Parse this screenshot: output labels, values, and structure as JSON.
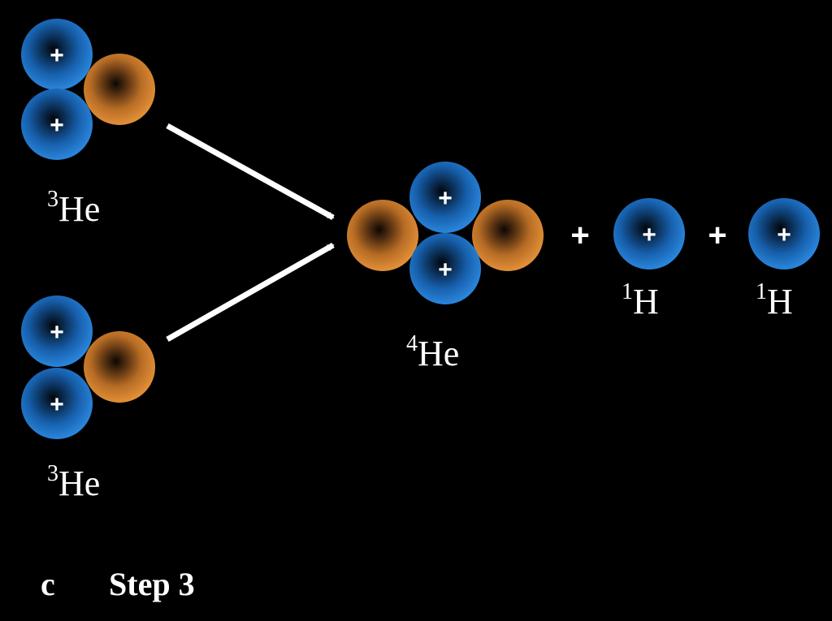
{
  "colors": {
    "background": "#000000",
    "proton": "#1e6fc2",
    "neutron": "#d9842f",
    "text": "#ffffff",
    "arrow": "#ffffff"
  },
  "proton_label": "+",
  "reactants": [
    {
      "mass": "3",
      "symbol": "He"
    },
    {
      "mass": "3",
      "symbol": "He"
    }
  ],
  "product": {
    "mass": "4",
    "symbol": "He"
  },
  "plus_signs": [
    "+",
    "+"
  ],
  "released": [
    {
      "mass": "1",
      "symbol": "H"
    },
    {
      "mass": "1",
      "symbol": "H"
    }
  ],
  "caption": {
    "letter": "c",
    "text": "Step 3"
  }
}
